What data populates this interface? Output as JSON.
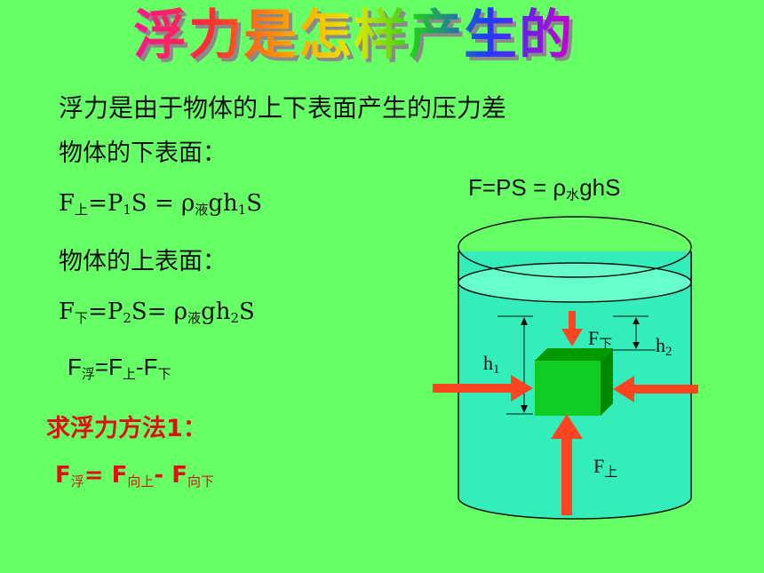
{
  "title": "浮力是怎样产生的",
  "lines": {
    "intro": "浮力是由于物体的上下表面产生的压力差",
    "lower_surface": "物体的下表面：",
    "upper_surface": "物体的上表面：",
    "method": "求浮力方法1："
  },
  "eq1": {
    "F": "F",
    "F_sub": "上",
    "mid": "=P",
    "P_sub": "1",
    "after": "S = ρ",
    "rho_sub": "液",
    "gh": "gh",
    "h_sub": "1",
    "end": "S"
  },
  "eq2": {
    "F": "F",
    "F_sub": "下",
    "mid": "=P",
    "P_sub": "2",
    "after": "S= ρ",
    "rho_sub": "液",
    "gh": "gh",
    "h_sub": "2",
    "end": "S"
  },
  "eq3": {
    "F1": "F",
    "s1": "浮",
    "eq": "=F",
    "s2": "上",
    "minus": "-F",
    "s3": "下"
  },
  "eq4": {
    "F1": "F",
    "s1": "浮",
    "eq": "= F",
    "s2": "向上",
    "minus": "- F",
    "s3": "向下"
  },
  "formula_ps": {
    "lead": "F=PS = ρ",
    "sub": "水",
    "tail": "ghS"
  },
  "diagram": {
    "label_f_down": "F",
    "label_f_down_sub": "下",
    "label_f_up": "F",
    "label_f_up_sub": "上",
    "label_h1": "h",
    "label_h1_sub": "1",
    "label_h2": "h",
    "label_h2_sub": "2",
    "colors": {
      "water": "#33eebb",
      "water_top": "#66ffcc",
      "cube_front": "#11cc22",
      "cube_top": "#009900",
      "cube_side": "#008800",
      "arrow": "#ff4422"
    }
  }
}
